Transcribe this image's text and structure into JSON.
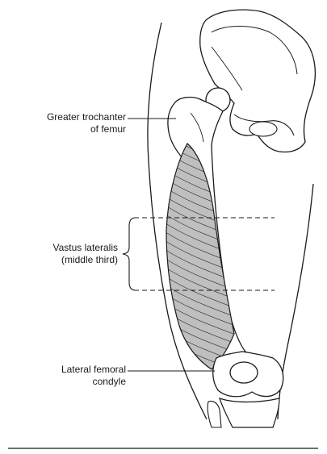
{
  "labels": {
    "greater_trochanter": {
      "line1": "Greater trochanter",
      "line2": "of femur"
    },
    "vastus_lateralis": {
      "line1": "Vastus lateralis",
      "line2": "(middle third)"
    },
    "lateral_condyle": {
      "line1": "Lateral femoral",
      "line2": "condyle"
    }
  },
  "colors": {
    "ink": "#1a1a1a",
    "muscle_fill": "#bfbfbf",
    "paper": "#ffffff"
  }
}
